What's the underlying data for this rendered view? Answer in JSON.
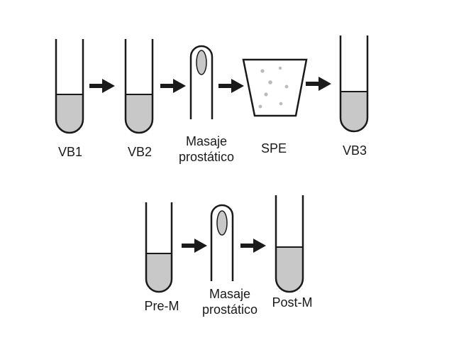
{
  "colors": {
    "liquid": "#c8c8c8",
    "stroke": "#1a1a1a",
    "background": "#ffffff"
  },
  "top_row": {
    "vb1": "VB1",
    "vb2": "VB2",
    "massage_line1": "Masaje",
    "massage_line2": "prostático",
    "spe": "SPE",
    "vb3": "VB3"
  },
  "bottom_row": {
    "pre_m": "Pre-M",
    "massage_line1": "Masaje",
    "massage_line2": "prostático",
    "post_m": "Post-M"
  }
}
